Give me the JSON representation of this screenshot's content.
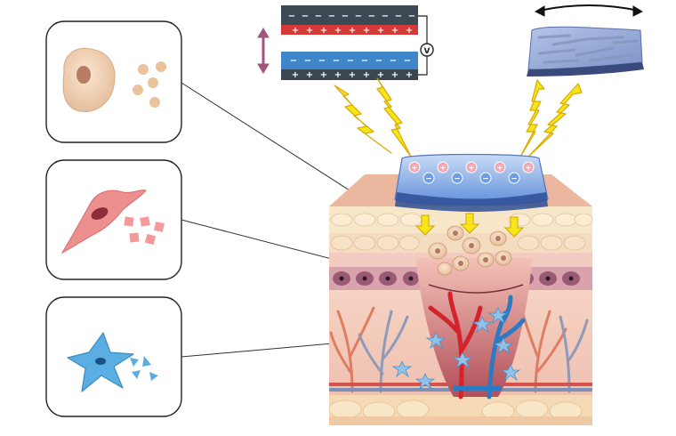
{
  "figure": {
    "voltmeter_symbol": "V",
    "teg_top_plate_signs": [
      "−",
      "−",
      "−",
      "−",
      "−",
      "−",
      "−",
      "−",
      "−",
      "−"
    ],
    "teg_top_plate_charges": [
      "+",
      "+",
      "+",
      "+",
      "+",
      "+",
      "+",
      "+",
      "+"
    ],
    "teg_bottom_plate_charges": [
      "−",
      "−",
      "−",
      "−",
      "−",
      "−",
      "−",
      "−",
      "−"
    ],
    "teg_bottom_plate_signs": [
      "+",
      "+",
      "+",
      "+",
      "+",
      "+",
      "+",
      "+",
      "+"
    ],
    "patch_charges": [
      "+",
      "−",
      "+",
      "−",
      "+",
      "−",
      "+",
      "−",
      "+"
    ],
    "callout_cells": [
      {
        "name": "keratinocyte",
        "icon": "round-cell-with-granules-icon",
        "color": "#e9c7a7"
      },
      {
        "name": "fibroblast",
        "icon": "spindle-cell-with-fragments-icon",
        "color": "#ee8a8a"
      },
      {
        "name": "endothelial-star-cell",
        "icon": "star-cell-with-triangles-icon",
        "color": "#5aaedf"
      }
    ],
    "colors": {
      "plate_red": "#d63838",
      "plate_blue": "#3e86c9",
      "plate_dark": "#3a4650",
      "patch_blue": "#7ea6e6",
      "lightning_yellow": "#f7e51a",
      "artery_red": "#d4232b",
      "vein_blue": "#2b7bc4",
      "skin_top": "#e9b6a0",
      "dermis": "#f4cbbe"
    }
  }
}
